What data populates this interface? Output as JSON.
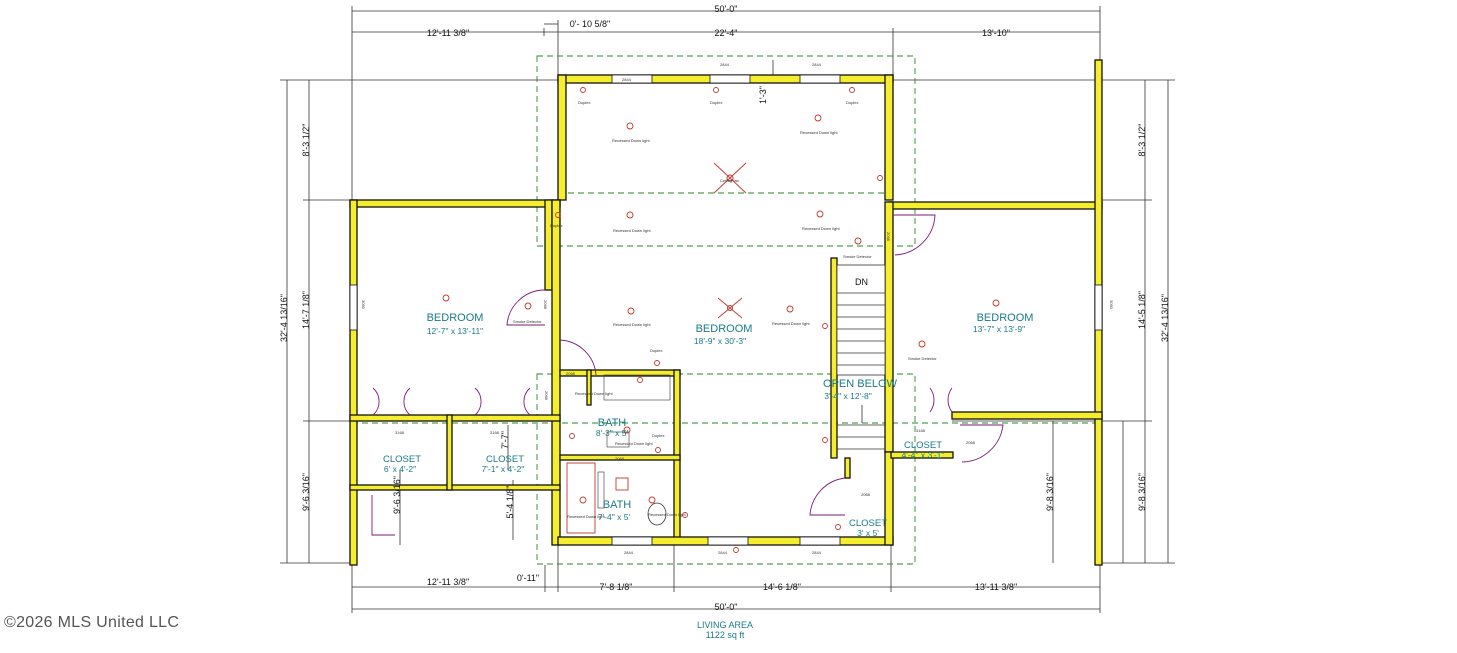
{
  "dimensions": {
    "top_overall": "50'-0\"",
    "top_left": "12'-11 3/8\"",
    "top_jog": "0'- 10 5/8\"",
    "top_center": "22'-4\"",
    "top_right": "13'-10\"",
    "left_overall": "32'-4 13/16\"",
    "left_upper": "8'-3 1/2\"",
    "left_mid": "14'-7 1/8\"",
    "left_lower": "9'-6 3/16\"",
    "right_overall": "32'-4 13/16\"",
    "right_upper": "8'-3 1/2\"",
    "right_mid": "14'-5 1/8\"",
    "right_lower": "9'-8 3/16\"",
    "right_lower_inner": "9'-8 3/16\"",
    "bottom_left": "12'-11 3/8\"",
    "bottom_jog": "0'-11\"",
    "bottom_bath": "7'-8 1/8\"",
    "bottom_center": "14'-6 1/8\"",
    "bottom_right": "13'-11 3/8\"",
    "bottom_overall": "50'-0\"",
    "inner_closet_h": "9'-6 3/16\"",
    "inner_bath_h": "5'-4 1/8\"",
    "inner_small": "7'-7\"",
    "dormer_offset": "1'-3\""
  },
  "rooms": {
    "bedroom_left": {
      "name": "BEDROOM",
      "size": "12'-7\" x 13'-11\""
    },
    "bedroom_center": {
      "name": "BEDROOM",
      "size": "18'-9\" x 30'-3\""
    },
    "bedroom_right": {
      "name": "BEDROOM",
      "size": "13'-7\" x 13'-9\""
    },
    "open_below": {
      "name": "OPEN BELOW",
      "size": "3'-4\" x 12'-8\""
    },
    "closet_left": {
      "name": "CLOSET",
      "size": "6' x 4'-2\""
    },
    "closet_mid": {
      "name": "CLOSET",
      "size": "7'-1\" x 4'-2\""
    },
    "closet_right": {
      "name": "CLOSET",
      "size": "4'-4\" x 3'-1\""
    },
    "closet_small": {
      "name": "CLOSET",
      "size": "3' x 5'"
    },
    "bath_upper": {
      "name": "BATH",
      "size": "8'-3\" x 5'"
    },
    "bath_lower": {
      "name": "BATH",
      "size": "7'-4\" x 5'"
    }
  },
  "labels": {
    "stair": "DN",
    "window": "2844",
    "side_window": "3050",
    "door_a": "2068",
    "door_b": "3168",
    "duplex": "Duplex",
    "downlight": "Recessed Down light",
    "ceiling_fan": "Ceiling fan",
    "smoke": "Smoke Detector"
  },
  "footer": {
    "copyright": "©2026 MLS United LLC",
    "living_area": "LIVING AREA",
    "living_sqft": "1122 sq ft"
  },
  "colors": {
    "wall_fill": "#f5ee2e",
    "room_text": "#1a7a8a",
    "dashed_roofline": "#2a8a2a",
    "door_swing": "#7a1a7a",
    "fixture": "#c0392b"
  }
}
